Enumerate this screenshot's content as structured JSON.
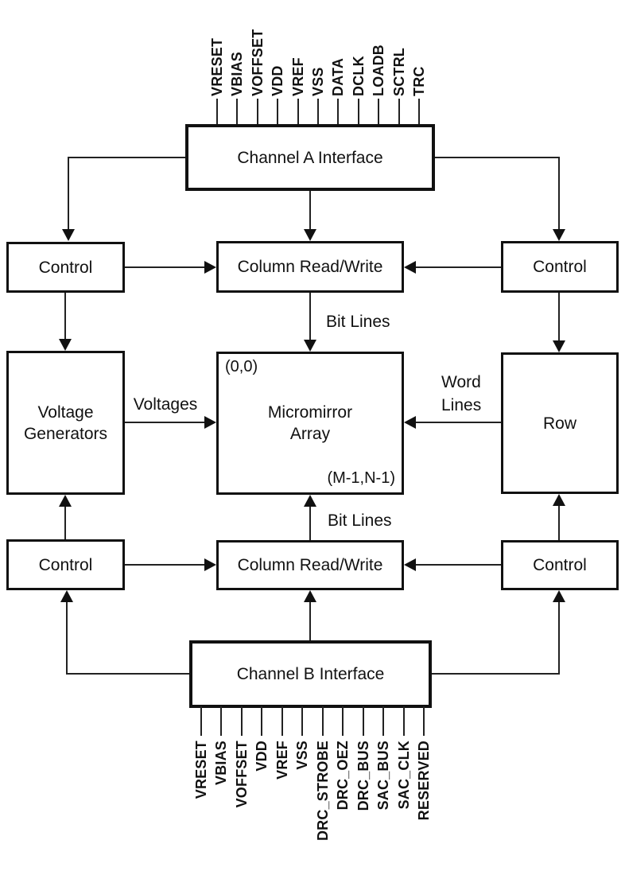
{
  "blocks": {
    "channel_a": "Channel A Interface",
    "control_top_left": "Control",
    "column_rw_top": "Column Read/Write",
    "control_top_right": "Control",
    "voltage_generators": "Voltage\nGenerators",
    "micromirror_array": "Micromirror\nArray",
    "micromirror_origin": "(0,0)",
    "micromirror_extent": "(M-1,N-1)",
    "row": "Row",
    "control_bottom_left": "Control",
    "column_rw_bottom": "Column Read/Write",
    "control_bottom_right": "Control",
    "channel_b": "Channel B Interface"
  },
  "edge_labels": {
    "bit_lines_top": "Bit Lines",
    "bit_lines_bottom": "Bit Lines",
    "voltages": "Voltages",
    "word_lines": "Word\nLines"
  },
  "pins": {
    "top": [
      "VRESET",
      "VBIAS",
      "VOFFSET",
      "VDD",
      "VREF",
      "VSS",
      "DATA",
      "DCLK",
      "LOADB",
      "SCTRL",
      "TRC"
    ],
    "bottom": [
      "VRESET",
      "VBIAS",
      "VOFFSET",
      "VDD",
      "VREF",
      "VSS",
      "DRC_STROBE",
      "DRC_OEZ",
      "DRC_BUS",
      "SAC_BUS",
      "SAC_CLK",
      "RESERVED"
    ]
  },
  "colors": {
    "line": "#111111",
    "background": "#ffffff"
  }
}
